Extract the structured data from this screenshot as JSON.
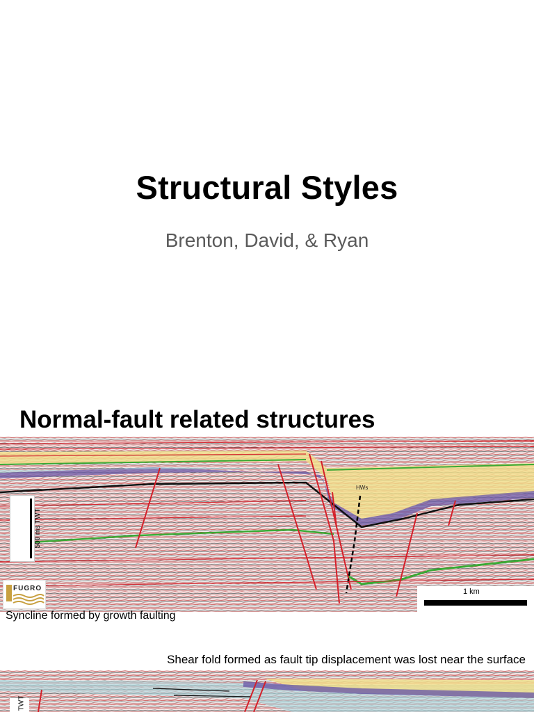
{
  "slide1": {
    "title": "Structural Styles",
    "subtitle": "Brenton, David, & Ryan"
  },
  "slide2": {
    "title": "Normal-fault related structures",
    "figure1": {
      "scale_vertical": "500 ms TWT",
      "scale_horizontal": "1 km",
      "label_hws": "HWs",
      "logo_text": "FUGRO",
      "caption": "Syncline formed by growth faulting"
    },
    "caption2": "Shear fold formed as fault tip displacement was lost near the surface",
    "figure2": {
      "scale_vertical": "TWT"
    }
  },
  "colors": {
    "fault_red": "#d4202a",
    "horizon_green": "#3aa935",
    "layer_purple": "#6b5aa8",
    "layer_yellow": "#f3e08a",
    "layer_cyan": "#a8d8e0"
  }
}
